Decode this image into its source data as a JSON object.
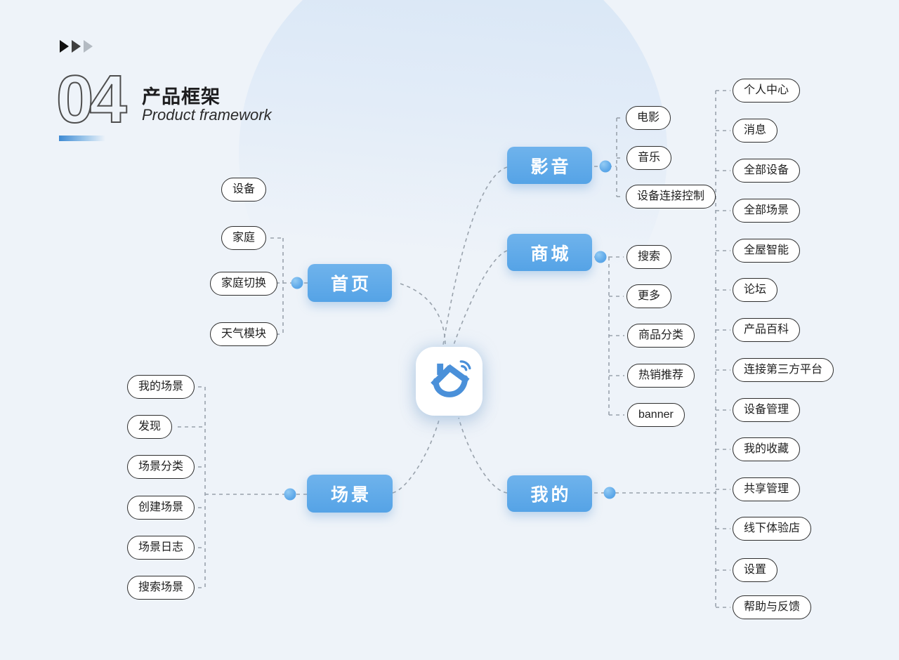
{
  "header": {
    "arrow_icons": [
      "play-arrow-dark",
      "play-arrow-mid",
      "play-arrow-light"
    ],
    "section_number": "04",
    "title": "产品框架",
    "subtitle": "Product framework"
  },
  "colors": {
    "background": "#eef3f9",
    "branch_box_blue": "#58a7e8",
    "dot_blue": "#6db4ec",
    "logo_blue": "#4a90d9",
    "bubble_border": "#2d2d2d",
    "dashed_line": "#99a2ac"
  },
  "diagram": {
    "center_logo": "smart-home-app-icon",
    "branches": [
      {
        "id": "home",
        "label": "首页",
        "children": [
          {
            "label": "设备",
            "connected": false
          },
          {
            "label": "家庭",
            "connected": true
          },
          {
            "label": "家庭切换",
            "connected": true
          },
          {
            "label": "天气模块",
            "connected": true
          }
        ]
      },
      {
        "id": "media",
        "label": "影音",
        "children": [
          {
            "label": "电影",
            "connected": true
          },
          {
            "label": "音乐",
            "connected": true
          },
          {
            "label": "设备连接控制",
            "connected": true
          }
        ]
      },
      {
        "id": "mall",
        "label": "商城",
        "children": [
          {
            "label": "搜索",
            "connected": true
          },
          {
            "label": "更多",
            "connected": true
          },
          {
            "label": "商品分类",
            "connected": true
          },
          {
            "label": "热销推荐",
            "connected": true
          },
          {
            "label": "banner",
            "connected": true
          }
        ]
      },
      {
        "id": "scene",
        "label": "场景",
        "children": [
          {
            "label": "我的场景",
            "connected": true
          },
          {
            "label": "发现",
            "connected": true
          },
          {
            "label": "场景分类",
            "connected": true
          },
          {
            "label": "创建场景",
            "connected": true
          },
          {
            "label": "场景日志",
            "connected": true
          },
          {
            "label": "搜索场景",
            "connected": true
          }
        ]
      },
      {
        "id": "mine",
        "label": "我的",
        "children": [
          {
            "label": "个人中心",
            "connected": true
          },
          {
            "label": "消息",
            "connected": true
          },
          {
            "label": "全部设备",
            "connected": true
          },
          {
            "label": "全部场景",
            "connected": true
          },
          {
            "label": "全屋智能",
            "connected": true
          },
          {
            "label": "论坛",
            "connected": true
          },
          {
            "label": "产品百科",
            "connected": true
          },
          {
            "label": "连接第三方平台",
            "connected": true
          },
          {
            "label": "设备管理",
            "connected": true
          },
          {
            "label": "我的收藏",
            "connected": true
          },
          {
            "label": "共享管理",
            "connected": true
          },
          {
            "label": "线下体验店",
            "connected": true
          },
          {
            "label": "设置",
            "connected": true
          },
          {
            "label": "帮助与反馈",
            "connected": true
          }
        ]
      }
    ]
  }
}
